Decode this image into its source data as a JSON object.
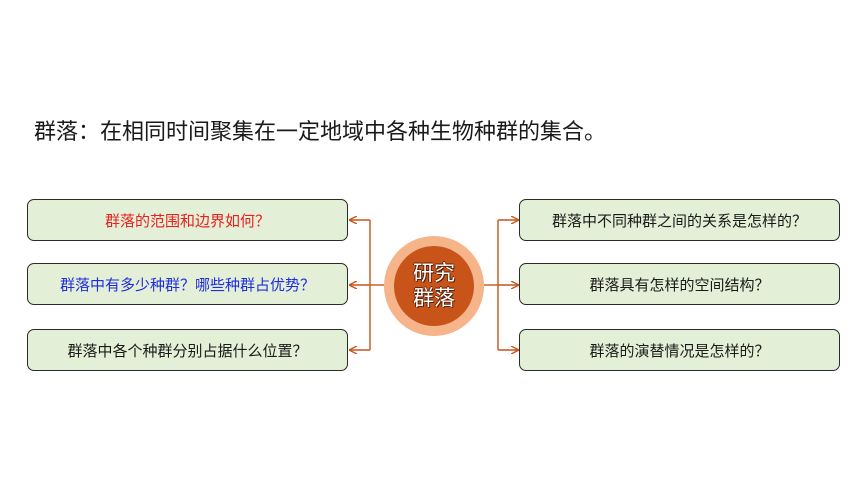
{
  "definition": "群落：在相同时间聚集在一定地域中各种生物种群的集合。",
  "hub": {
    "line1": "研究",
    "line2": "群落"
  },
  "left_questions": [
    "群落的范围和边界如何？",
    "群落中有多少种群？哪些种群占优势？",
    "群落中各个种群分别占据什么位置？"
  ],
  "right_questions": [
    "群落中不同种群之间的关系是怎样的？",
    "群落具有怎样的空间结构？",
    "群落的演替情况是怎样的？"
  ],
  "colors": {
    "box_fill": "#e3efd6",
    "connector": "#c8541a",
    "hub_core": "#c8541a",
    "hub_ring": "#f5b489",
    "highlight_red": "#e8201e",
    "highlight_blue": "#1f2ce0"
  }
}
